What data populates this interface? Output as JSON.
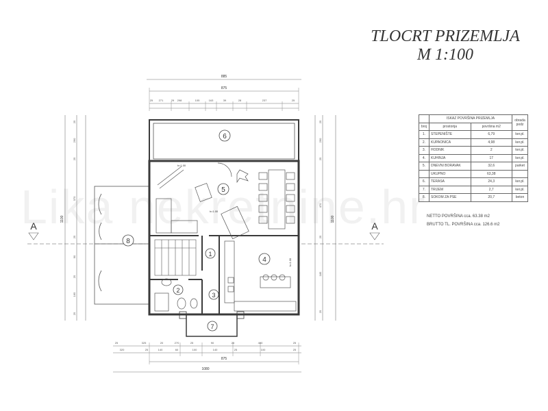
{
  "title": {
    "line1": "TLOCRT PRIZEMLJA",
    "line2": "M 1:100"
  },
  "watermark": "Lika nekretnine.hr",
  "section_marks": {
    "left": "A",
    "right": "A"
  },
  "room_numbers": [
    "1",
    "2",
    "3",
    "4",
    "5",
    "6",
    "7",
    "8"
  ],
  "annotations": {
    "h1": "h=1.00",
    "h2": "h=1.00",
    "h3": "h=1.00"
  },
  "dims": {
    "top_outer": "885",
    "top_mid": "875",
    "top_row": [
      "25",
      "271",
      "29",
      "298",
      "105",
      "163",
      "39",
      "28",
      "237",
      "25"
    ],
    "bottom_row1": [
      "25",
      "325",
      "20",
      "270",
      "25",
      "90",
      "25",
      "400",
      "25"
    ],
    "bottom_row2": [
      "320",
      "25",
      "140",
      "60",
      "100",
      "140",
      "25",
      "100",
      "25"
    ],
    "bottom_mid": "875",
    "bottom_outer": "1080",
    "left_outer": "1100",
    "left_col": [
      "25",
      "290",
      "25",
      "370",
      "25",
      "90",
      "25",
      "165",
      "25"
    ],
    "right_outer": "1100",
    "right_col": [
      "25",
      "290",
      "25",
      "470",
      "25",
      "185",
      "25"
    ]
  },
  "area_table": {
    "header": "ISKAZ POVRŠINA PRIZEMLJA",
    "col_titles": [
      "broj",
      "prostorija",
      "površina m2",
      "obrada podz"
    ],
    "rows": [
      {
        "no": "1.",
        "name": "STEPENIŠTE",
        "area": "6,79",
        "finish": "ker.pl."
      },
      {
        "no": "2.",
        "name": "KUPAONICA",
        "area": "4,98",
        "finish": "ker.pl."
      },
      {
        "no": "3.",
        "name": "HODNIK",
        "area": "2",
        "finish": "ker.pl."
      },
      {
        "no": "4.",
        "name": "KUHINJA",
        "area": "17",
        "finish": "ker.pl."
      },
      {
        "no": "5.",
        "name": "DNEVNI BORAVAK",
        "area": "32,6",
        "finish": "parket"
      },
      {
        "no": "",
        "name": "UKUPNO",
        "area": "63,38",
        "finish": ""
      },
      {
        "no": "6.",
        "name": "TERASA",
        "area": "24,3",
        "finish": "ker.pl."
      },
      {
        "no": "7.",
        "name": "TRIJEM",
        "area": "2,7",
        "finish": "ker.pl."
      },
      {
        "no": "8.",
        "name": "SOKOM ZA PSE",
        "area": "20,7",
        "finish": "beton"
      }
    ],
    "netto": "NETTO POVRŠINA cca. 63.38 m2",
    "brutto": "BRUTTO TL. POVRŠINA cca. 126.6 m2"
  },
  "colors": {
    "line": "#3a3a3a",
    "thin": "#777777"
  }
}
